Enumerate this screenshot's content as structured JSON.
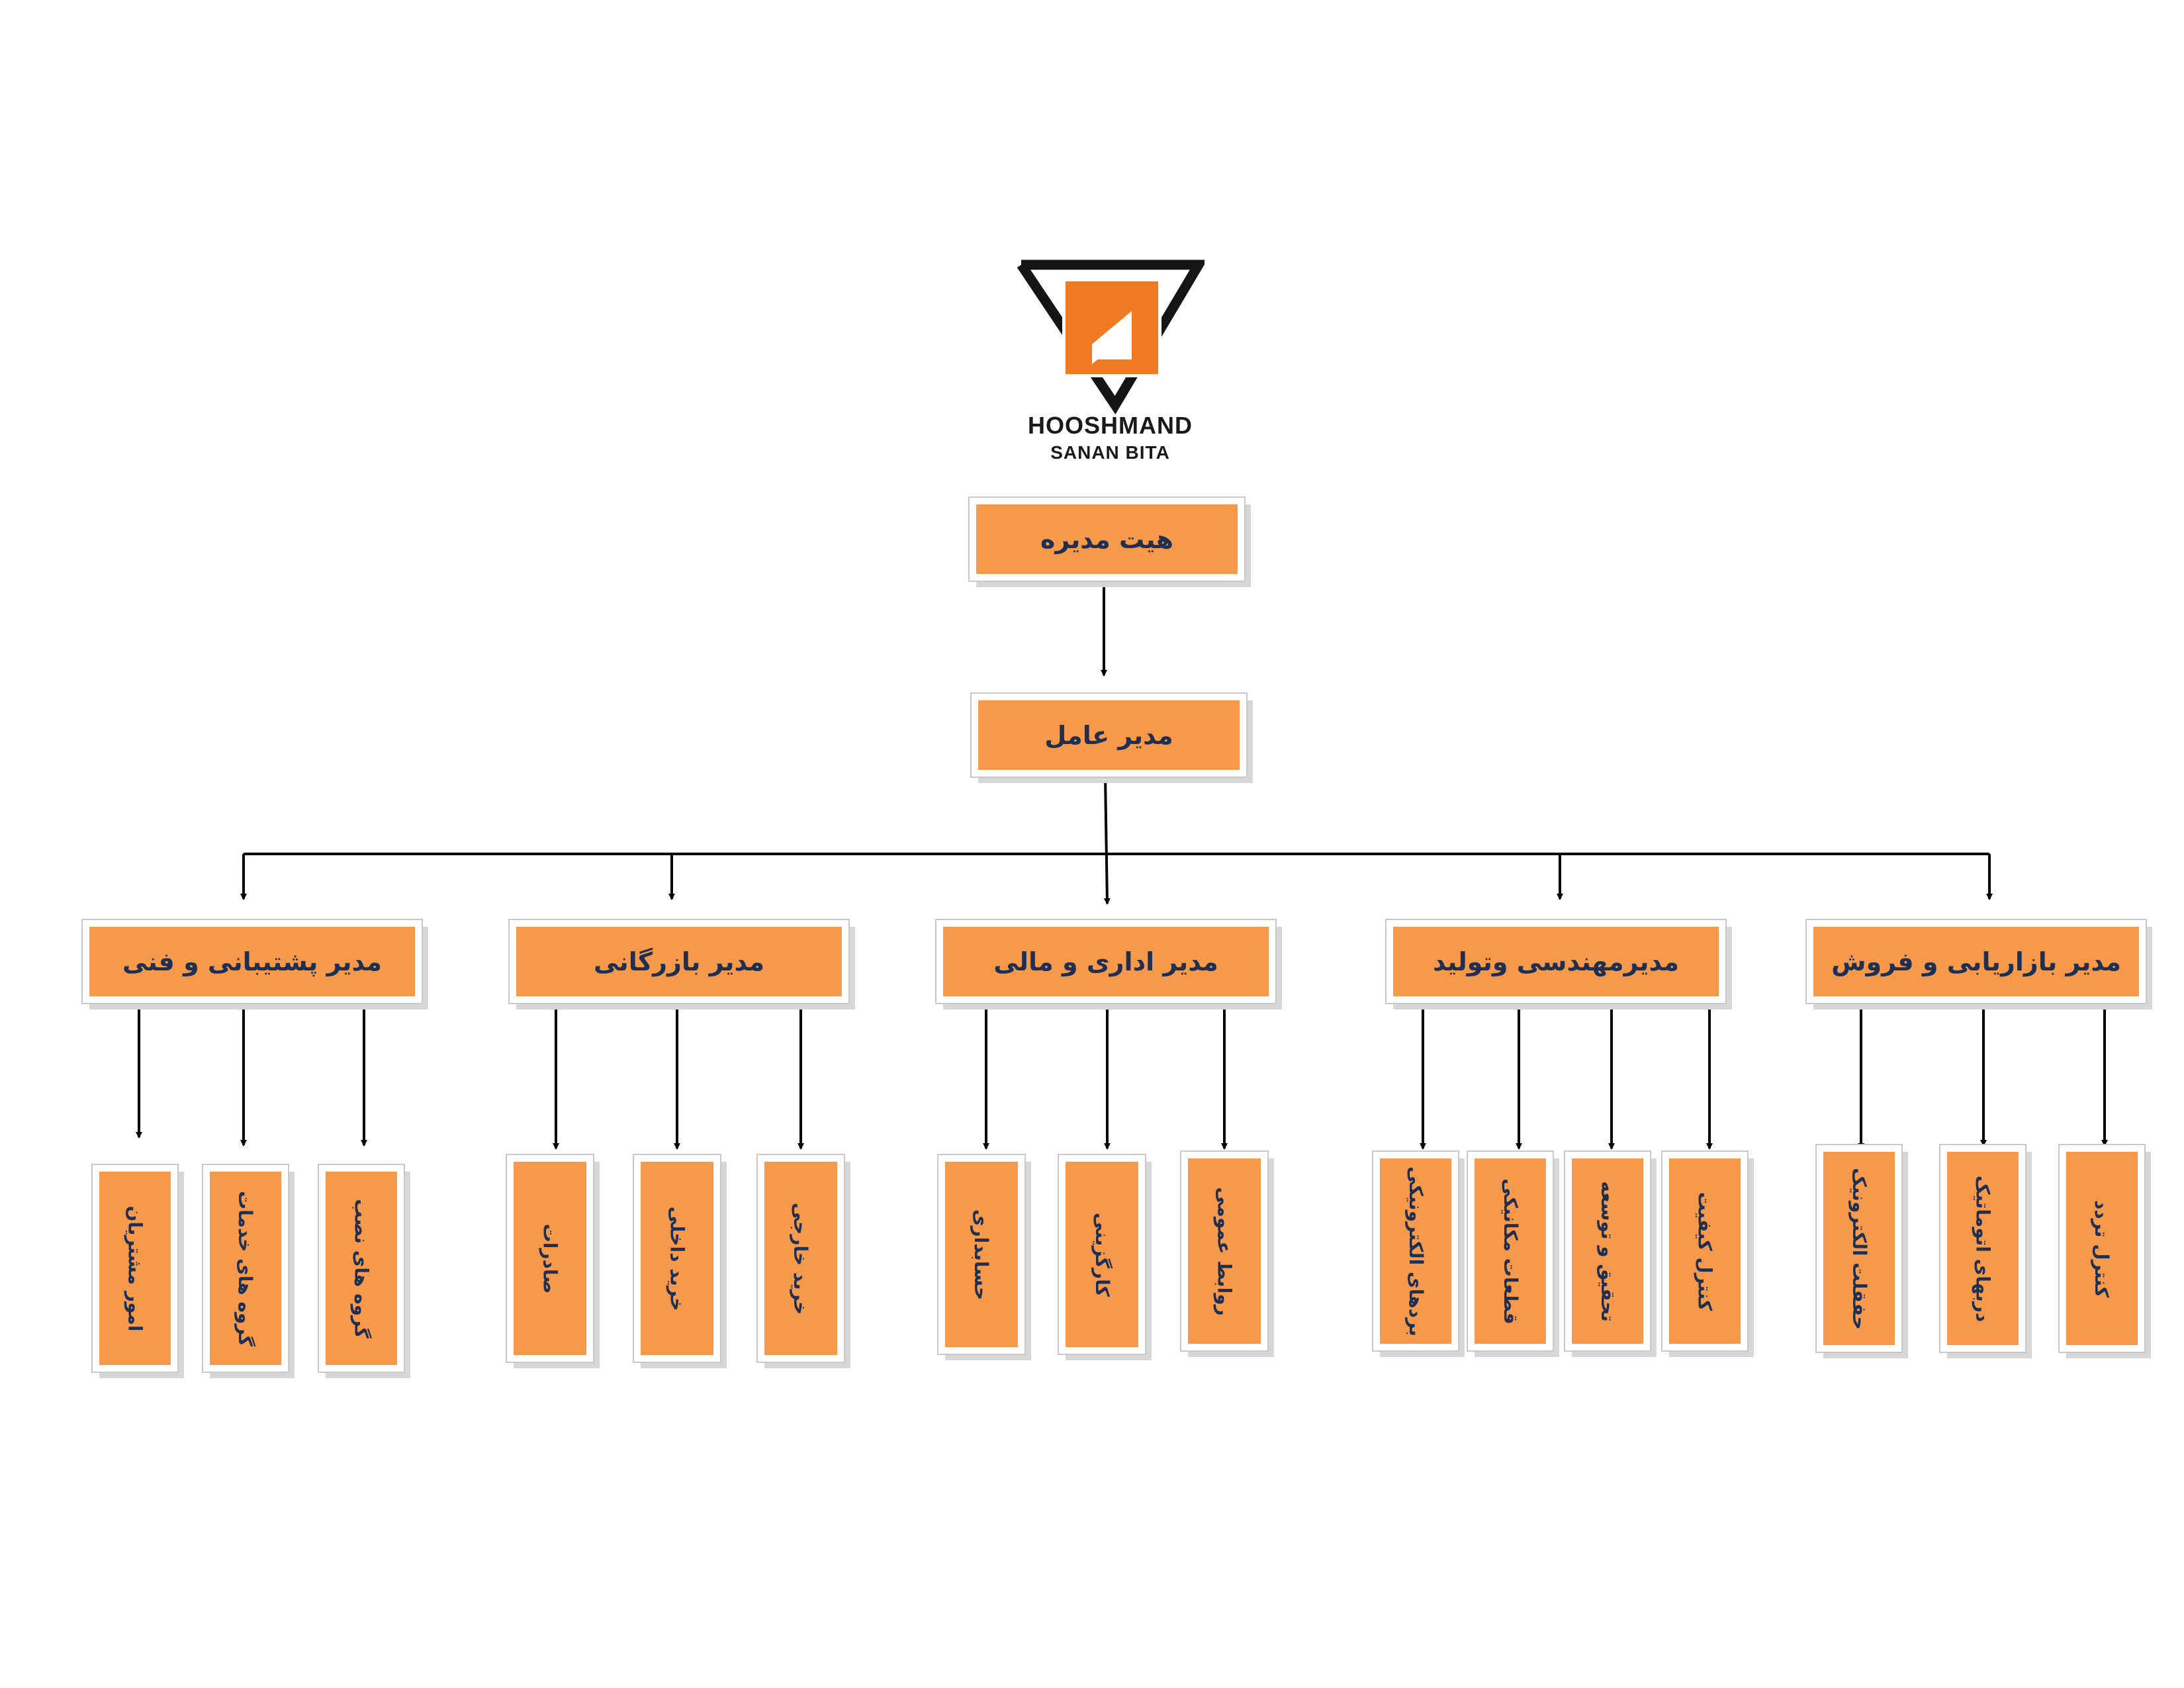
{
  "logo": {
    "line1": "HOOSHMAND",
    "line2": "SANAN BITA",
    "accent": "#f07a22"
  },
  "colors": {
    "box_fill": "#f6994a",
    "text": "#1f2f52",
    "line": "#000000"
  },
  "org": {
    "board": "هیت مدیره",
    "ceo": "مدیر عامل",
    "departments": [
      {
        "title": "مدیر پشتیبانی و فنی",
        "units": [
          "امور مشتریان",
          "گروه های خدمات",
          "گروه های نصب"
        ]
      },
      {
        "title": "مدیر بازرگانی",
        "units": [
          "صادرات",
          "خرید داخلی",
          "خرید خارجی"
        ]
      },
      {
        "title": "مدیر اداری و مالی",
        "units": [
          "حسابداری",
          "کارگزینی",
          "روابط عمومی"
        ]
      },
      {
        "title": "مدیرمهندسی وتولید",
        "units": [
          "بردهای الکترونیکی",
          "قطعات مکانیکی",
          "تحقیق و توسعه",
          "کنترل کیفیت"
        ]
      },
      {
        "title": "مدیر بازاریابی و فروش",
        "units": [
          "حفقلت الکترونیک",
          "دربهای اتوماتیک",
          "کنترل تردد"
        ]
      }
    ]
  }
}
